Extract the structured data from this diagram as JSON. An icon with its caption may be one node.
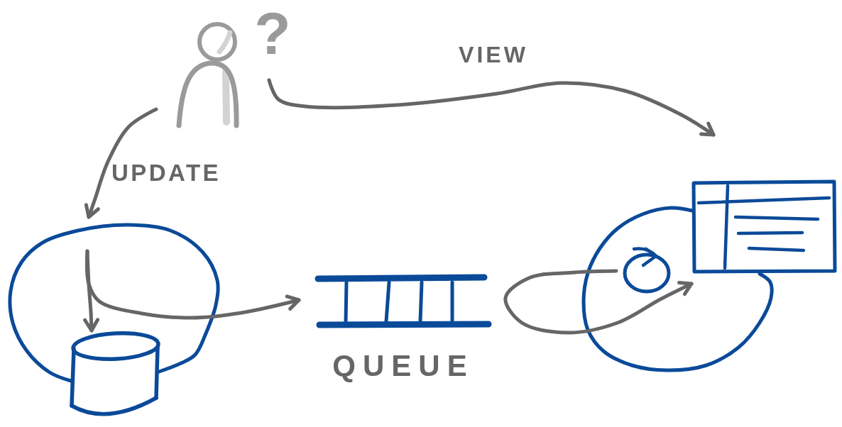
{
  "diagram": {
    "nodes": [
      {
        "text": [],
        "shape": "person",
        "beside": [
          "?"
        ]
      },
      {
        "text": [],
        "shape": "circle"
      },
      {
        "text": [],
        "shape": "cylinder",
        "in": 1
      },
      {
        "text": [
          "QUEUE"
        ]
      },
      {
        "text": [],
        "shape": "circle"
      },
      {
        "text": [],
        "shape": "circle",
        "in": 4
      },
      {
        "text": [],
        "shape": "box"
      }
    ],
    "edges": [
      {
        "from": 0,
        "to": 6,
        "arrow": "to",
        "label": "VIEW"
      },
      {
        "from": 0,
        "to": 1,
        "arrow": "to",
        "label": "UPDATE"
      },
      {
        "from": 1,
        "to": 2,
        "arrow": "to"
      },
      {
        "from": 1,
        "to": 3,
        "arrow": "to"
      },
      {
        "from": 5,
        "to": 6,
        "arrow": "to"
      }
    ]
  }
}
